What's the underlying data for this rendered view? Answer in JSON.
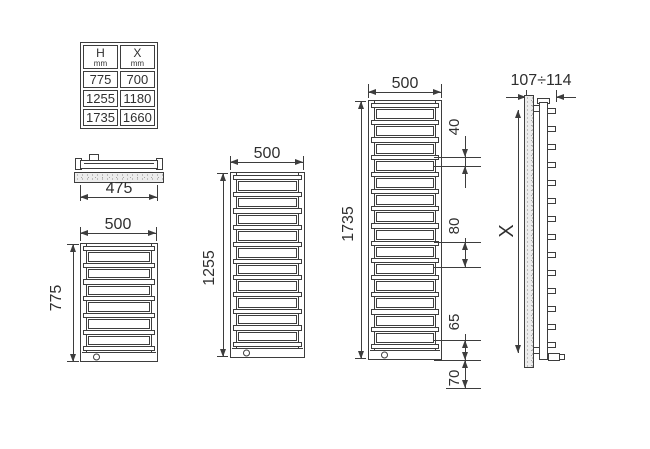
{
  "drawing_title": "towel-radiator-dimension-drawing",
  "colors": {
    "line": "#3d3d3d",
    "text": "#2f2f2f"
  },
  "table": {
    "columns": [
      {
        "label": "H",
        "unit": "mm"
      },
      {
        "label": "X",
        "unit": "mm"
      }
    ],
    "rows": [
      [
        "775",
        "700"
      ],
      [
        "1255",
        "1180"
      ],
      [
        "1735",
        "1660"
      ]
    ]
  },
  "top_view": {
    "width_label": "475"
  },
  "radiators": [
    {
      "width_label": "500",
      "height_label": "775",
      "modules": 6
    },
    {
      "width_label": "500",
      "height_label": "1255",
      "modules": 10
    },
    {
      "width_label": "500",
      "height_label": "1735",
      "modules": 14
    }
  ],
  "callouts": {
    "c40": "40",
    "c80": "80",
    "c65": "65",
    "c70": "70"
  },
  "side_view": {
    "depth_label": "107÷114",
    "x_label": "X",
    "teeth": 14
  }
}
